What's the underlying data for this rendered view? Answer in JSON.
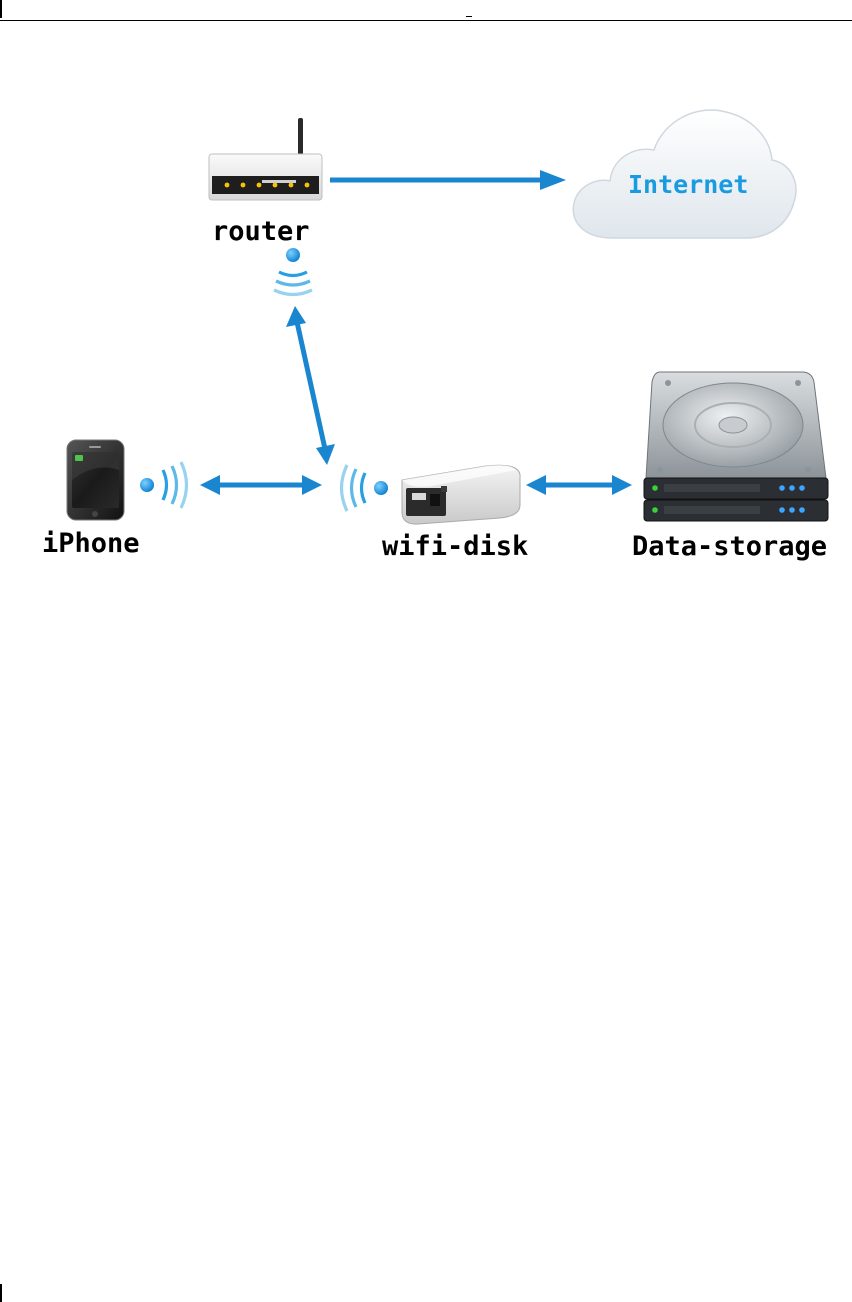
{
  "nodes": {
    "router": "router",
    "internet": "Internet",
    "iphone": "iPhone",
    "wifi_disk": "wifi-disk",
    "data_storage": "Data-storage"
  },
  "edges": [
    {
      "from": "router",
      "to": "internet",
      "direction": "one-way"
    },
    {
      "from": "router",
      "to": "wifi_disk",
      "direction": "two-way"
    },
    {
      "from": "iphone",
      "to": "wifi_disk",
      "direction": "two-way"
    },
    {
      "from": "wifi_disk",
      "to": "data_storage",
      "direction": "two-way"
    }
  ],
  "colors": {
    "arrow": "#1a86d0",
    "wifi_signal": "#1a9be0",
    "cloud_text": "#1a9be0",
    "label": "#000000"
  }
}
